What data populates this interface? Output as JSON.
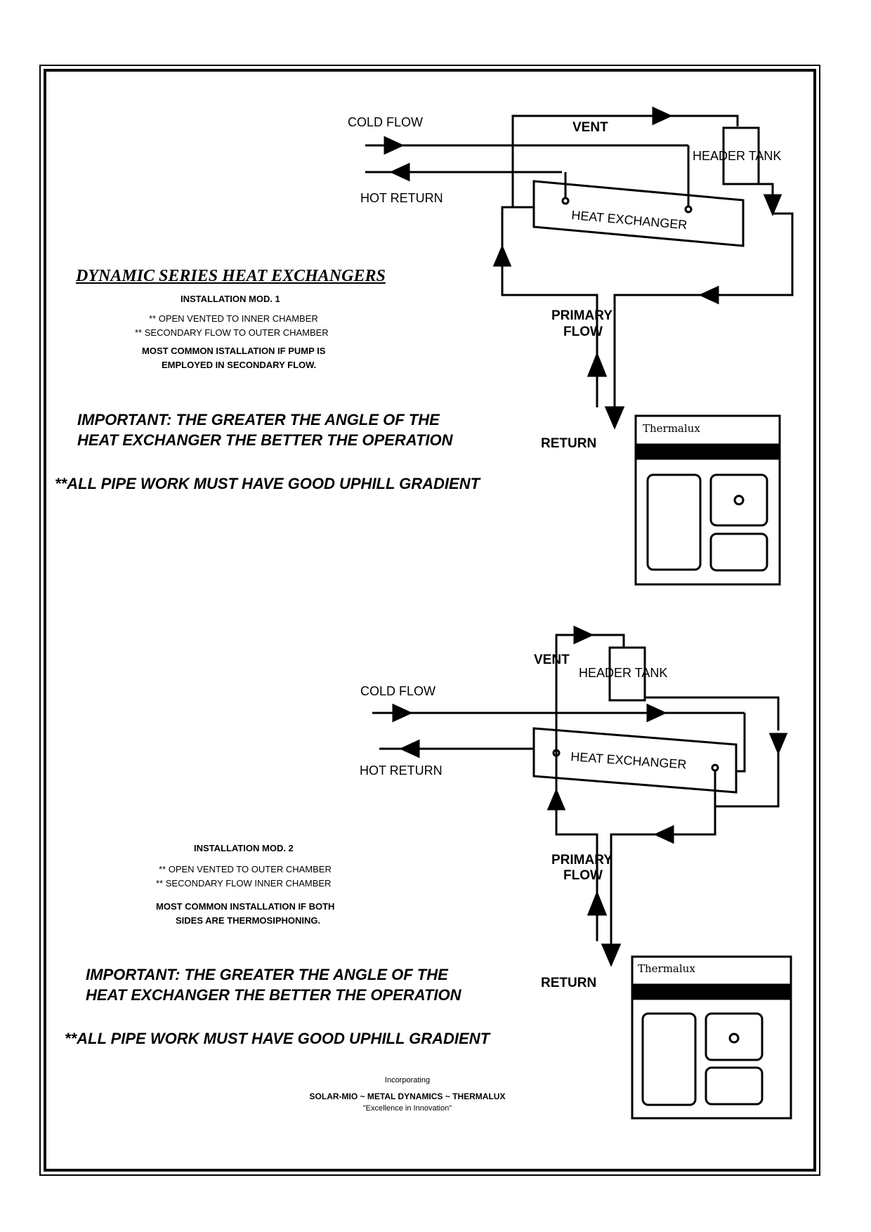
{
  "diagram1": {
    "labels": {
      "cold_flow": "COLD FLOW",
      "hot_return": "HOT RETURN",
      "vent": "VENT",
      "header_tank": "HEADER TANK",
      "heat_exchanger": "HEAT EXCHANGER",
      "primary_flow_1": "PRIMARY",
      "primary_flow_2": "FLOW",
      "return": "RETURN",
      "stove_brand": "Thermalux"
    }
  },
  "diagram2": {
    "labels": {
      "cold_flow": "COLD FLOW",
      "hot_return": "HOT RETURN",
      "vent": "VENT",
      "header_tank": "HEADER TANK",
      "heat_exchanger": "HEAT EXCHANGER",
      "primary_flow_1": "PRIMARY",
      "primary_flow_2": "FLOW",
      "return": "RETURN",
      "stove_brand": "Thermalux"
    }
  },
  "section1": {
    "title": "DYNAMIC SERIES HEAT EXCHANGERS",
    "mod_title": "INSTALLATION MOD. 1",
    "note1": "** OPEN VENTED TO INNER CHAMBER",
    "note2": "** SECONDARY FLOW TO OUTER CHAMBER",
    "common1": "MOST COMMON ISTALLATION IF PUMP IS",
    "common2": "EMPLOYED IN SECONDARY FLOW.",
    "important1": "IMPORTANT:  THE  GREATER THE  ANGLE  OF  THE",
    "important2": "HEAT EXCHANGER THE BETTER THE  OPERATION",
    "gradient": "**ALL PIPE WORK MUST HAVE GOOD UPHILL GRADIENT"
  },
  "section2": {
    "mod_title": "INSTALLATION MOD. 2",
    "note1": "** OPEN VENTED TO OUTER CHAMBER",
    "note2": "** SECONDARY FLOW INNER CHAMBER",
    "common1": "MOST COMMON INSTALLATION IF BOTH",
    "common2": "SIDES ARE THERMOSIPHONING.",
    "important1": "IMPORTANT:  THE  GREATER THE  ANGLE  OF  THE",
    "important2": "HEAT EXCHANGER THE BETTER THE  OPERATION",
    "gradient": "**ALL PIPE WORK MUST HAVE GOOD UPHILL GRADIENT"
  },
  "footer": {
    "incorporating": "Incorporating",
    "brands": "SOLAR-MIO ~ METAL DYNAMICS ~ THERMALUX",
    "slogan": "\"Excellence in Innovation\""
  }
}
